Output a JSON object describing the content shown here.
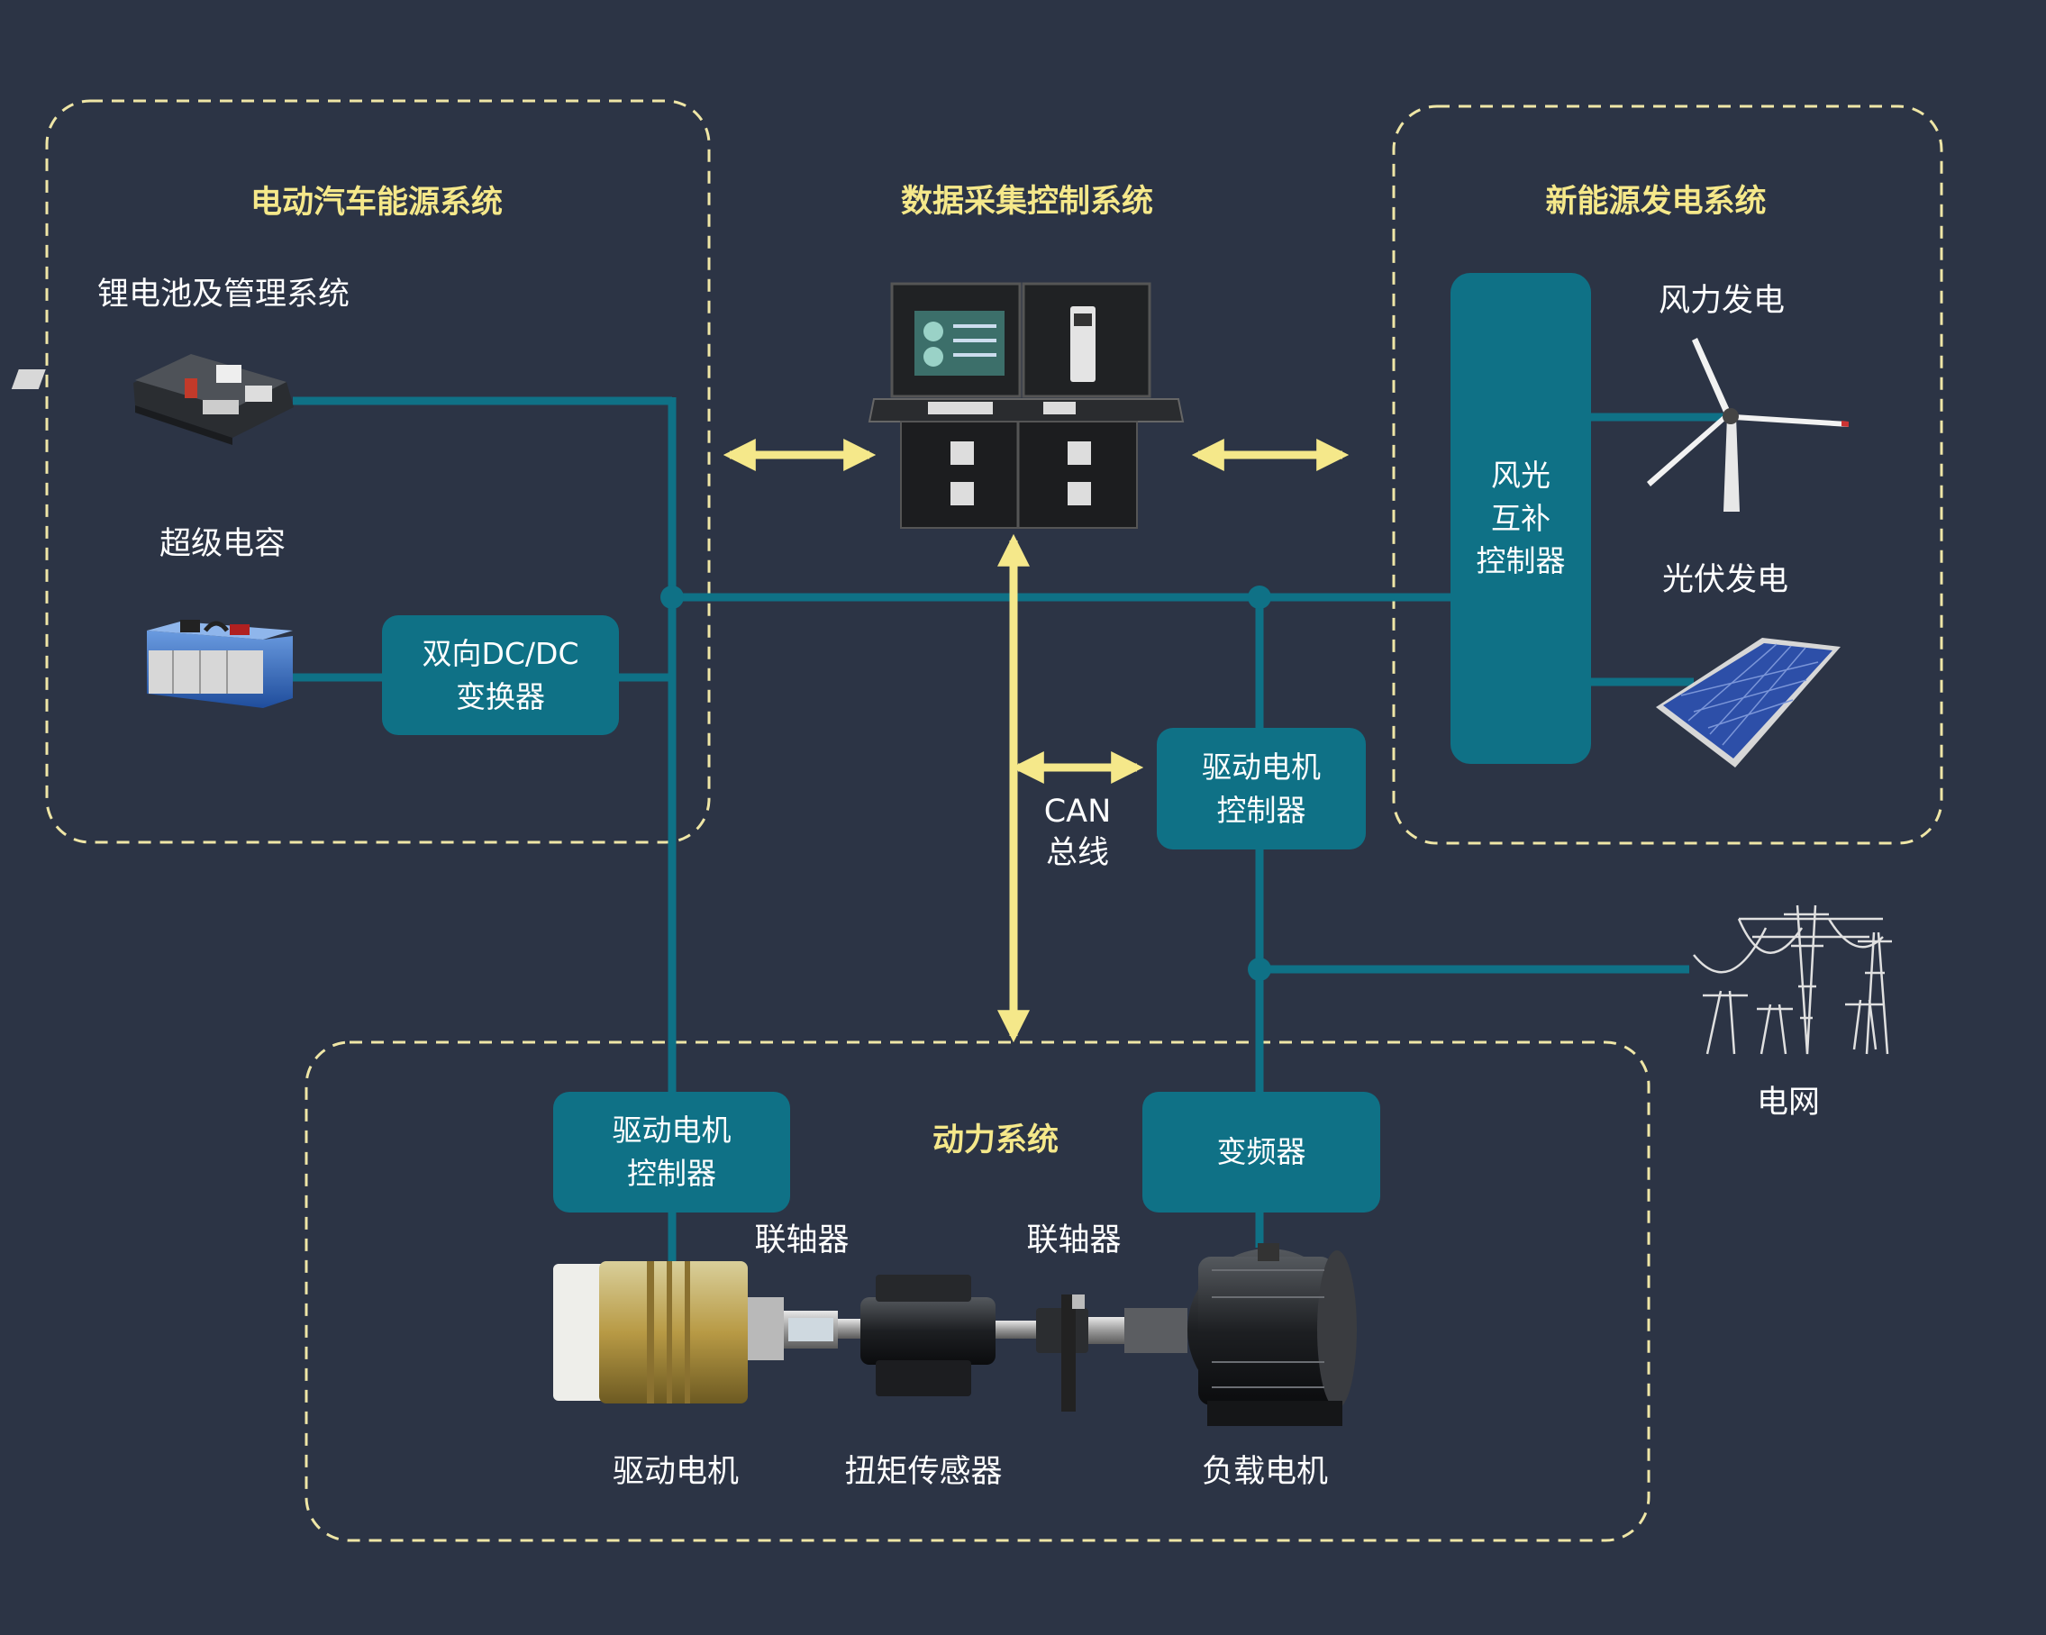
{
  "groups": {
    "ev_energy": "电动汽车能源系统",
    "data_acq": "数据采集控制系统",
    "renewable": "新能源发电系统",
    "power": "动力系统"
  },
  "labels": {
    "battery": "锂电池及管理系统",
    "supercap": "超级电容",
    "wind": "风力发电",
    "pv": "光伏发电",
    "grid": "电网",
    "can_line1": "CAN",
    "can_line2": "总线",
    "coupler_left": "联轴器",
    "coupler_right": "联轴器",
    "drive_motor": "驱动电机",
    "torque_sensor": "扭矩传感器",
    "load_motor": "负载电机"
  },
  "boxes": {
    "dcdc_line1": "双向DC/DC",
    "dcdc_line2": "变换器",
    "hybrid_line1": "风光",
    "hybrid_line2": "互补",
    "hybrid_line3": "控制器",
    "ctrl_upper_line1": "驱动电机",
    "ctrl_upper_line2": "控制器",
    "ctrl_lower_line1": "驱动电机",
    "ctrl_lower_line2": "控制器",
    "inverter": "变频器"
  },
  "colors": {
    "background": "#2c3445",
    "bus_line": "#0f7186",
    "arrow": "#f5e88a",
    "group_border": "#efe6a6",
    "title": "#f5e88a"
  },
  "icons": [
    "battery-pack-icon",
    "supercapacitor-icon",
    "control-cabinet-icon",
    "wind-turbine-icon",
    "solar-panel-icon",
    "power-tower-icon",
    "drive-motor-icon",
    "torque-sensor-icon",
    "load-motor-icon"
  ]
}
